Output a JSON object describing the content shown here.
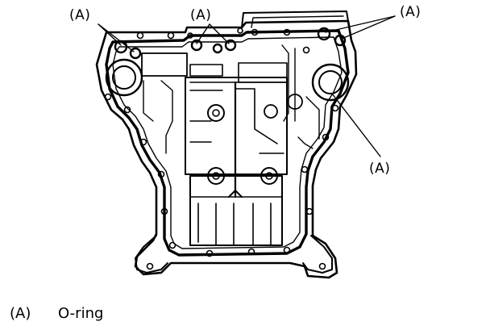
{
  "callouts": [
    {
      "id": "top-left",
      "label": "(A)"
    },
    {
      "id": "top-center",
      "label": "(A)"
    },
    {
      "id": "top-right",
      "label": "(A)"
    },
    {
      "id": "right",
      "label": "(A)"
    }
  ],
  "legend": {
    "key": "(A)",
    "description": "O-ring"
  },
  "colors": {
    "ink": "#000000",
    "paper": "#ffffff"
  }
}
